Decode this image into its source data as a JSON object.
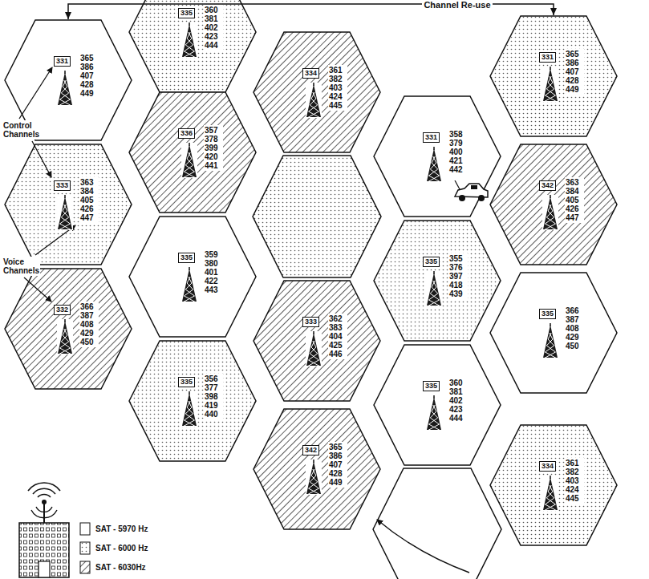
{
  "diagram": {
    "nodes": [
      {
        "text": [
          "331",
          "365 386 407 428 449"
        ]
      },
      {
        "text": [
          "333",
          "363 384 405 426 447"
        ]
      },
      {
        "text": [
          "332",
          "366 387 408 429 450"
        ]
      },
      {
        "text": [
          "335",
          "360 381 402 423 444"
        ]
      },
      {
        "text": [
          "336",
          "357 378 399 420 441"
        ]
      },
      {
        "text": [
          "335",
          "359 380 401 422 443"
        ]
      },
      {
        "text": [
          "335",
          "356 377 398 419 440"
        ]
      },
      {
        "text": [
          "334",
          "361 382 403 424 445"
        ]
      },
      {
        "text": [
          "333",
          "362 383 404 425 446"
        ]
      },
      {
        "text": [
          "342",
          "365 386 407 428 449"
        ]
      },
      {
        "text": [
          "331",
          "358 379 400 421 442"
        ]
      },
      {
        "text": [
          "335",
          "355 376 397 418 439"
        ]
      },
      {
        "text": [
          "335",
          "360 381 402 423 444"
        ]
      },
      {
        "text": [
          "331",
          "365 386 407 428 449"
        ]
      },
      {
        "text": [
          "342",
          "363 384 405 426 447"
        ]
      },
      {
        "text": [
          "335",
          "366 387 408 429 450"
        ]
      },
      {
        "text": [
          "334",
          "361 382 403 424 445"
        ]
      }
    ],
    "edges": [
      {
        "from": 0,
        "to": 13,
        "arrow": "both",
        "label": "Channel Re-use"
      }
    ],
    "labels": [
      "Control Channels",
      "Voice Channels"
    ],
    "legend": [
      {
        "text": "SAT - 5970 Hz"
      },
      {
        "text": "SAT - 6000 Hz"
      },
      {
        "text": "SAT - 6030Hz"
      }
    ]
  }
}
